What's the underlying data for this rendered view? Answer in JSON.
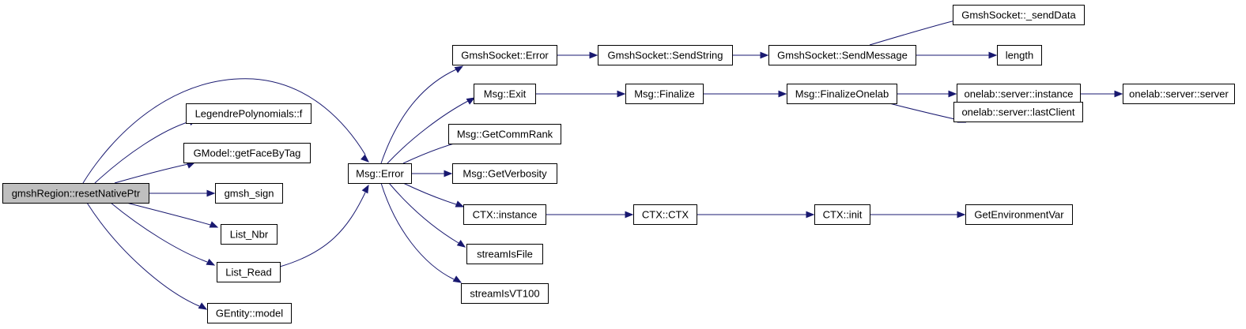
{
  "graph": {
    "colors": {
      "edge": "#191970",
      "root_fill": "#bfbfbf",
      "node_fill": "#ffffff",
      "node_stroke": "#000000"
    },
    "nodes": [
      {
        "id": "root",
        "label": "gmshRegion::resetNativePtr"
      },
      {
        "id": "legendre",
        "label": "LegendrePolynomials::f"
      },
      {
        "id": "getfacebytag",
        "label": "GModel::getFaceByTag"
      },
      {
        "id": "gmsh_sign",
        "label": "gmsh_sign"
      },
      {
        "id": "list_nbr",
        "label": "List_Nbr"
      },
      {
        "id": "list_read",
        "label": "List_Read"
      },
      {
        "id": "gentity_model",
        "label": "GEntity::model"
      },
      {
        "id": "msg_error",
        "label": "Msg::Error"
      },
      {
        "id": "gs_error",
        "label": "GmshSocket::Error"
      },
      {
        "id": "msg_exit",
        "label": "Msg::Exit"
      },
      {
        "id": "msg_getcommrank",
        "label": "Msg::GetCommRank"
      },
      {
        "id": "msg_getverbosity",
        "label": "Msg::GetVerbosity"
      },
      {
        "id": "ctx_instance",
        "label": "CTX::instance"
      },
      {
        "id": "streamisfile",
        "label": "streamIsFile"
      },
      {
        "id": "streamisvt100",
        "label": "streamIsVT100"
      },
      {
        "id": "gs_sendstring",
        "label": "GmshSocket::SendString"
      },
      {
        "id": "msg_finalize",
        "label": "Msg::Finalize"
      },
      {
        "id": "ctx_ctx",
        "label": "CTX::CTX"
      },
      {
        "id": "gs_sendmessage",
        "label": "GmshSocket::SendMessage"
      },
      {
        "id": "msg_finalizeonelab",
        "label": "Msg::FinalizeOnelab"
      },
      {
        "id": "ctx_init",
        "label": "CTX::init"
      },
      {
        "id": "gs_senddata",
        "label": "GmshSocket::_sendData"
      },
      {
        "id": "length",
        "label": "length"
      },
      {
        "id": "os_instance",
        "label": "onelab::server::instance"
      },
      {
        "id": "os_lastclient",
        "label": "onelab::server::lastClient"
      },
      {
        "id": "getenvvar",
        "label": "GetEnvironmentVar"
      },
      {
        "id": "os_server",
        "label": "onelab::server::server"
      }
    ],
    "edges": [
      {
        "from": "root",
        "to": "msg_error"
      },
      {
        "from": "root",
        "to": "legendre"
      },
      {
        "from": "root",
        "to": "getfacebytag"
      },
      {
        "from": "root",
        "to": "gmsh_sign"
      },
      {
        "from": "root",
        "to": "list_nbr"
      },
      {
        "from": "root",
        "to": "list_read"
      },
      {
        "from": "root",
        "to": "gentity_model"
      },
      {
        "from": "list_read",
        "to": "msg_error"
      },
      {
        "from": "msg_error",
        "to": "gs_error"
      },
      {
        "from": "msg_error",
        "to": "msg_exit"
      },
      {
        "from": "msg_error",
        "to": "msg_getcommrank"
      },
      {
        "from": "msg_error",
        "to": "msg_getverbosity"
      },
      {
        "from": "msg_error",
        "to": "ctx_instance"
      },
      {
        "from": "msg_error",
        "to": "streamisfile"
      },
      {
        "from": "msg_error",
        "to": "streamisvt100"
      },
      {
        "from": "gs_error",
        "to": "gs_sendstring"
      },
      {
        "from": "gs_sendstring",
        "to": "gs_sendmessage"
      },
      {
        "from": "gs_sendmessage",
        "to": "gs_senddata"
      },
      {
        "from": "gs_sendmessage",
        "to": "length"
      },
      {
        "from": "msg_exit",
        "to": "msg_finalize"
      },
      {
        "from": "msg_finalize",
        "to": "msg_finalizeonelab"
      },
      {
        "from": "msg_finalizeonelab",
        "to": "os_instance"
      },
      {
        "from": "msg_finalizeonelab",
        "to": "os_lastclient"
      },
      {
        "from": "os_instance",
        "to": "os_server"
      },
      {
        "from": "ctx_instance",
        "to": "ctx_ctx"
      },
      {
        "from": "ctx_ctx",
        "to": "ctx_init"
      },
      {
        "from": "ctx_init",
        "to": "getenvvar"
      }
    ]
  }
}
